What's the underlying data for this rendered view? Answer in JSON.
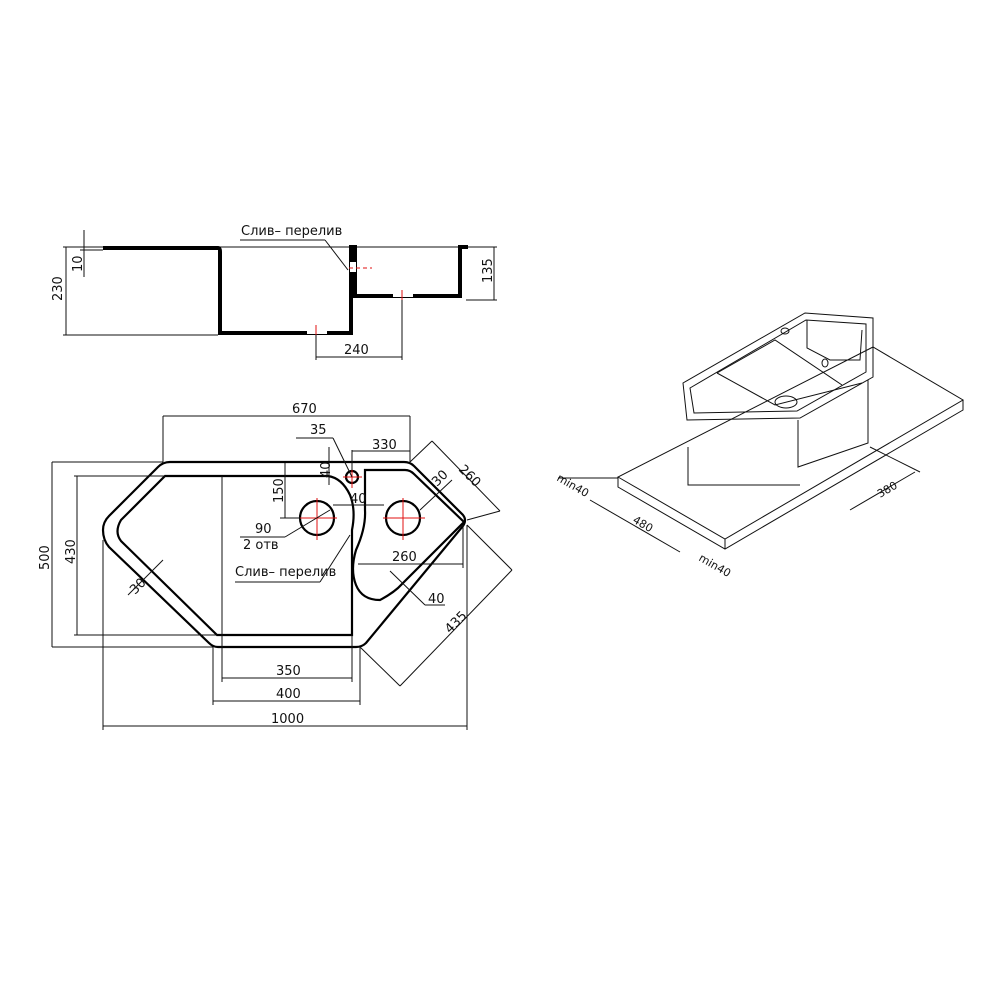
{
  "section_view": {
    "overflow_label": "Слив– перелив",
    "dims": {
      "height_total": "230",
      "flange": "10",
      "small_bowl_depth": "135",
      "drain_spacing": "240"
    }
  },
  "plan_view": {
    "overflow_label": "Слив– перелив",
    "holes_label": "90",
    "holes_count_label": "2 отв",
    "dims": {
      "top_width": "670",
      "tap_hole": "35",
      "right_top": "330",
      "tap_offset_v": "40",
      "tap_offset_h": "40",
      "hole_depth": "150",
      "side_right": "260",
      "rim_right": "30",
      "right_bowl_width": "260",
      "right_bowl_rim": "40",
      "diagonal": "435",
      "rim_left": "30",
      "height_total": "500",
      "height_inner": "430",
      "bottom_inner": "350",
      "bottom_outer": "400",
      "width_total": "1000"
    }
  },
  "iso_view": {
    "dims": {
      "min_left": "min40",
      "depth": "480",
      "min_right": "min40",
      "bowl": "380"
    }
  }
}
